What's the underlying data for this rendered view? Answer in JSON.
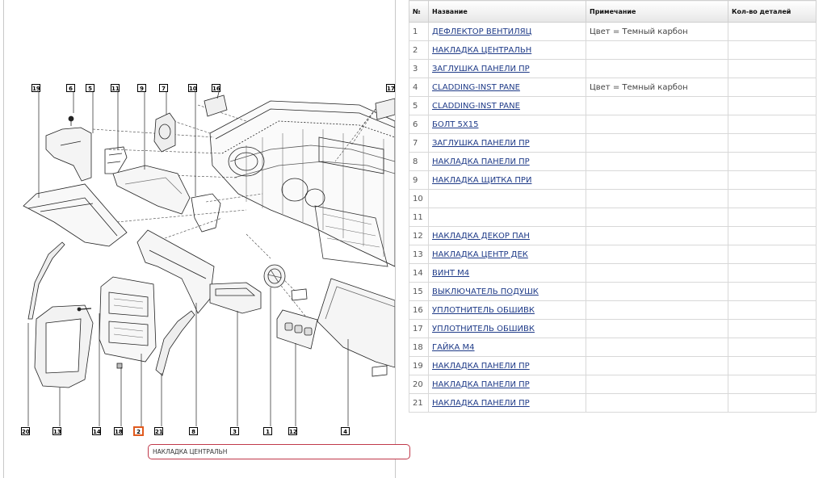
{
  "table": {
    "headers": {
      "num": "№",
      "name": "Название",
      "note": "Примечание",
      "qty": "Кол-во деталей"
    },
    "rows": [
      {
        "num": "1",
        "name": "ДЕФЛЕКТОР ВЕНТИЛЯЦ",
        "note": "Цвет = Темный карбон",
        "qty": ""
      },
      {
        "num": "2",
        "name": "НАКЛАДКА ЦЕНТРАЛЬН",
        "note": "",
        "qty": ""
      },
      {
        "num": "3",
        "name": "ЗАГЛУШКА ПАНЕЛИ ПР",
        "note": "",
        "qty": ""
      },
      {
        "num": "4",
        "name": "CLADDING-INST PANE",
        "note": "Цвет = Темный карбон",
        "qty": ""
      },
      {
        "num": "5",
        "name": "CLADDING-INST PANE",
        "note": "",
        "qty": ""
      },
      {
        "num": "6",
        "name": "БОЛТ 5Х15",
        "note": "",
        "qty": ""
      },
      {
        "num": "7",
        "name": "ЗАГЛУШКА ПАНЕЛИ ПР",
        "note": "",
        "qty": ""
      },
      {
        "num": "8",
        "name": "НАКЛАДКА ПАНЕЛИ ПР",
        "note": "",
        "qty": ""
      },
      {
        "num": "9",
        "name": "НАКЛАДКА ЩИТКА ПРИ",
        "note": "",
        "qty": ""
      },
      {
        "num": "10",
        "name": "",
        "note": "",
        "qty": ""
      },
      {
        "num": "11",
        "name": "",
        "note": "",
        "qty": ""
      },
      {
        "num": "12",
        "name": "НАКЛАДКА ДЕКОР ПАН",
        "note": "",
        "qty": ""
      },
      {
        "num": "13",
        "name": "НАКЛАДКА ЦЕНТР ДЕК",
        "note": "",
        "qty": ""
      },
      {
        "num": "14",
        "name": "ВИНТ М4",
        "note": "",
        "qty": ""
      },
      {
        "num": "15",
        "name": "ВЫКЛЮЧАТЕЛЬ ПОДУШК",
        "note": "",
        "qty": ""
      },
      {
        "num": "16",
        "name": "УПЛОТНИТЕЛЬ ОБШИВК",
        "note": "",
        "qty": ""
      },
      {
        "num": "17",
        "name": "УПЛОТНИТЕЛЬ ОБШИВК",
        "note": "",
        "qty": ""
      },
      {
        "num": "18",
        "name": "ГАЙКА М4",
        "note": "",
        "qty": ""
      },
      {
        "num": "19",
        "name": "НАКЛАДКА ПАНЕЛИ ПР",
        "note": "",
        "qty": ""
      },
      {
        "num": "20",
        "name": "НАКЛАДКА ПАНЕЛИ ПР",
        "note": "",
        "qty": ""
      },
      {
        "num": "21",
        "name": "НАКЛАДКА ПАНЕЛИ ПР",
        "note": "",
        "qty": ""
      }
    ]
  },
  "diagram": {
    "callouts_top": [
      "19",
      "6",
      "5",
      "11",
      "9",
      "7",
      "10",
      "16",
      "17"
    ],
    "callouts_bottom": [
      "20",
      "13",
      "14",
      "18",
      "2",
      "21",
      "8",
      "3",
      "1",
      "12",
      "4"
    ],
    "selected": "2",
    "tooltip": "НАКЛАДКА ЦЕНТРАЛЬН"
  }
}
